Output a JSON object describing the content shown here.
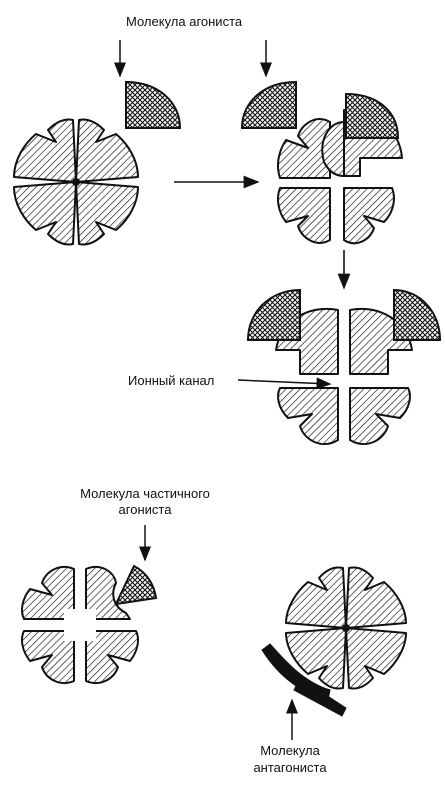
{
  "labels": {
    "agonist": "Молекула агониста",
    "ion_channel": "Ионный канал",
    "partial_agonist_line1": "Молекула частичного",
    "partial_agonist_line2": "агониста",
    "antagonist_line1": "Молекула",
    "antagonist_line2": "антагониста"
  },
  "colors": {
    "ink": "#111111",
    "paper": "#ffffff"
  }
}
